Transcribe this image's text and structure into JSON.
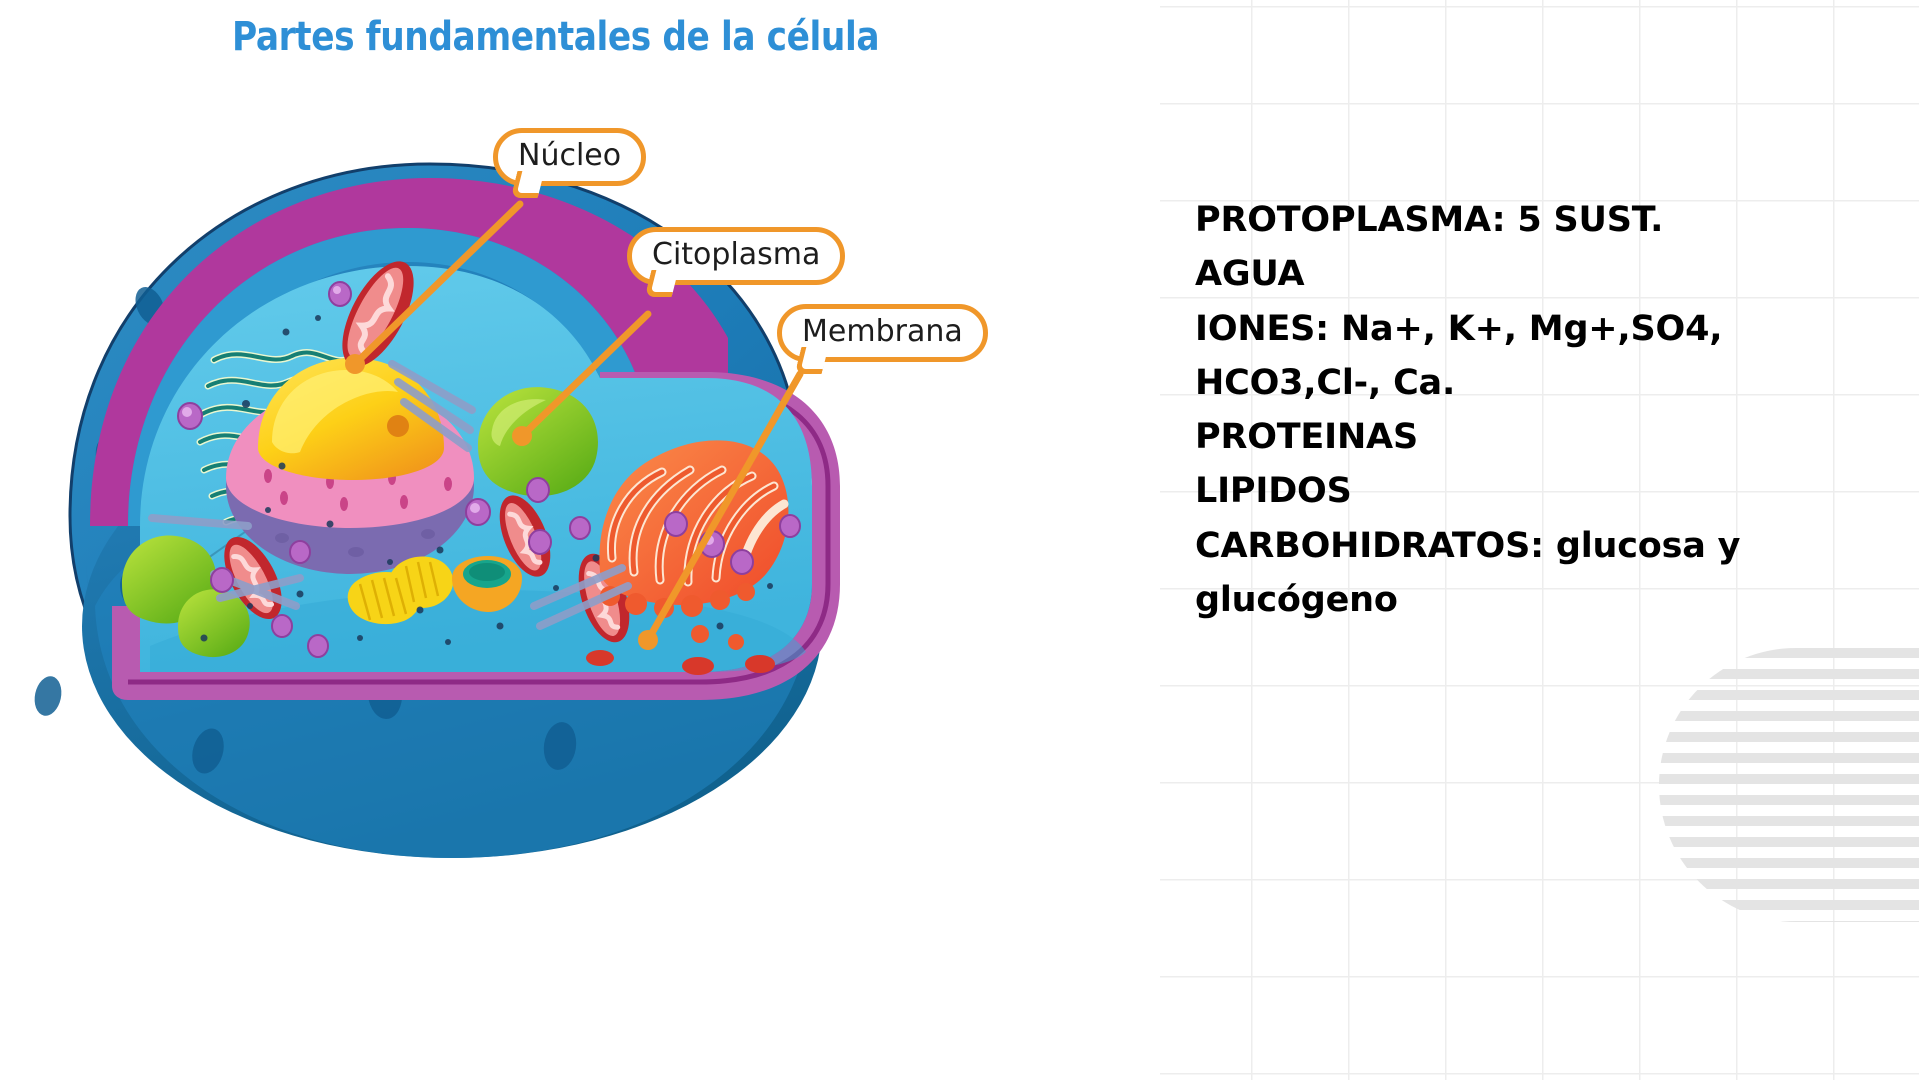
{
  "slide": {
    "title": "Partes fundamentales de la célula",
    "title_color": "#2e8fd6",
    "background": "#ffffff",
    "grid_line_color": "#ededed",
    "accent_color": "#f0972a"
  },
  "diagram": {
    "name": "animal-cell-cutaway-illustration",
    "callouts": [
      {
        "id": "nucleo",
        "label": "Núcleo",
        "border_color": "#f0972a",
        "leader_to": "nucleus"
      },
      {
        "id": "citoplasma",
        "label": "Citoplasma",
        "border_color": "#f0972a",
        "leader_to": "cytoplasm"
      },
      {
        "id": "membrana",
        "label": "Membrana",
        "border_color": "#f0972a",
        "leader_to": "membrane"
      }
    ],
    "colors": {
      "membrane": "#b0389d",
      "cell_body_outer": "#1d7cb8",
      "cell_body_shadow": "#15699f",
      "cytoplasm": "#57c3e6",
      "cytoplasm_deep": "#3aa9d6",
      "nucleolus": "#f5c518",
      "nucleus_envelope": "#f08fbf",
      "nucleus_base": "#7b6bb0",
      "golgi": "#167f74",
      "endoplasmic_reticulum": "#f4663a",
      "mitochondria": "#c1272d",
      "vacuole": "#8cc63f",
      "ribosome": "#b968c7",
      "centriole": "#f7d417",
      "lysosome": "#f5a623",
      "cytoskeleton": "#8e9ec9",
      "leader_line": "#f0972a"
    }
  },
  "notes": {
    "lines": [
      "PROTOPLASMA: 5 SUST.",
      "AGUA",
      "IONES: Na+, K+, Mg+,SO4,",
      "HCO3,Cl-, Ca.",
      "PROTEINAS",
      "LIPIDOS",
      "CARBOHIDRATOS: glucosa y",
      "glucógeno"
    ]
  },
  "decorations": {
    "left_stripes": "striped-half-circle",
    "right_stripes": "striped-half-circle"
  }
}
